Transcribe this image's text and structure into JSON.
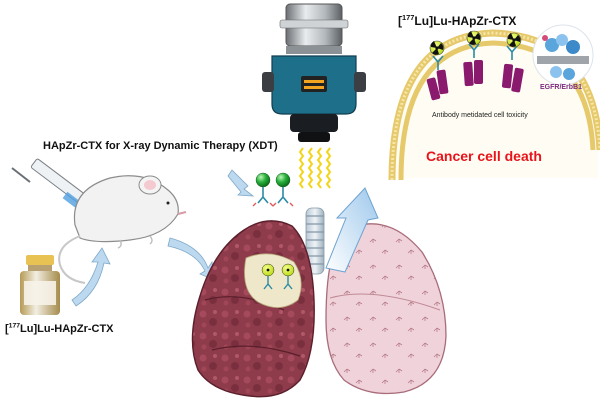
{
  "labels": {
    "xdt_prefix": "HApZr-CTX for X-ray Dynamic Therapy (XDT)",
    "vial_iso_open": "[",
    "vial_iso_mass": "177",
    "vial_iso_close": "Lu]Lu-HApZr-CTX",
    "cell_iso_open": "[",
    "cell_iso_mass": "177",
    "cell_iso_close": "Lu]Lu-HApZr-CTX",
    "amct": "Antibody metidated cell toxicity",
    "death": "Cancer cell death",
    "egfr": "EGFR/ErbB1"
  },
  "colors": {
    "death_text": "#e8131b",
    "membrane_purple": "#8a1a6e",
    "lung_dark": "#8e3b4c",
    "lung_light": "#f0d3da",
    "nanoparticle_green": "#28b13c",
    "arrow_blue": "#bcd9f0",
    "xray_yellow": "#f7df1b",
    "device_teal": "#1e6f8a",
    "vial_gold": "#e8c253"
  },
  "icons": [
    "syringe-icon",
    "mouse-icon",
    "vial-icon",
    "xray-source-icon",
    "radiation-icon",
    "antibody-icon",
    "lung-icon",
    "cell-membrane-icon",
    "egfr-receptor-icon"
  ]
}
